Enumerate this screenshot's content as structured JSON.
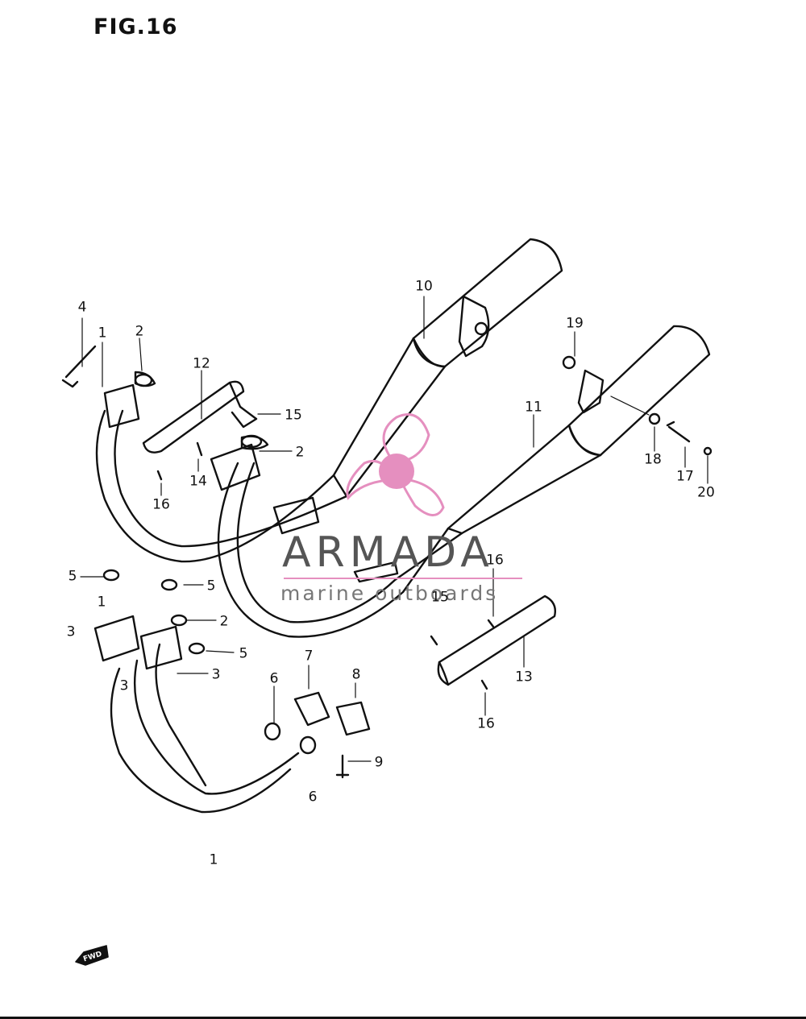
{
  "figure": {
    "title": "FIG.16",
    "forward_marker": "FWD"
  },
  "callouts": [
    {
      "id": "c1a",
      "label": "1"
    },
    {
      "id": "c1b",
      "label": "1"
    },
    {
      "id": "c2a",
      "label": "2"
    },
    {
      "id": "c2b",
      "label": "2"
    },
    {
      "id": "c2c",
      "label": "2"
    },
    {
      "id": "c3a",
      "label": "3"
    },
    {
      "id": "c3b",
      "label": "3"
    },
    {
      "id": "c3c",
      "label": "3"
    },
    {
      "id": "c4",
      "label": "4"
    },
    {
      "id": "c5a",
      "label": "5"
    },
    {
      "id": "c5b",
      "label": "5"
    },
    {
      "id": "c5c",
      "label": "5"
    },
    {
      "id": "c6a",
      "label": "6"
    },
    {
      "id": "c6b",
      "label": "6"
    },
    {
      "id": "c7",
      "label": "7"
    },
    {
      "id": "c8",
      "label": "8"
    },
    {
      "id": "c9",
      "label": "9"
    },
    {
      "id": "c10",
      "label": "10"
    },
    {
      "id": "c11",
      "label": "11"
    },
    {
      "id": "c12",
      "label": "12"
    },
    {
      "id": "c13",
      "label": "13"
    },
    {
      "id": "c14a",
      "label": "14"
    },
    {
      "id": "c14b",
      "label": "14"
    },
    {
      "id": "c15a",
      "label": "15"
    },
    {
      "id": "c15b",
      "label": "15"
    },
    {
      "id": "c16a",
      "label": "16"
    },
    {
      "id": "c16b",
      "label": "16"
    },
    {
      "id": "c17",
      "label": "17"
    },
    {
      "id": "c18",
      "label": "18"
    },
    {
      "id": "c19",
      "label": "19"
    },
    {
      "id": "c20",
      "label": "20"
    }
  ],
  "watermark": {
    "word": "ARMADA",
    "subtitle": "marine outboards",
    "logo_icon": "propeller-icon",
    "colors": {
      "logo": "#e58fbf",
      "text": "#555555",
      "rule": "#e58fbf"
    }
  },
  "colors": {
    "line": "#111111",
    "background": "#ffffff"
  }
}
